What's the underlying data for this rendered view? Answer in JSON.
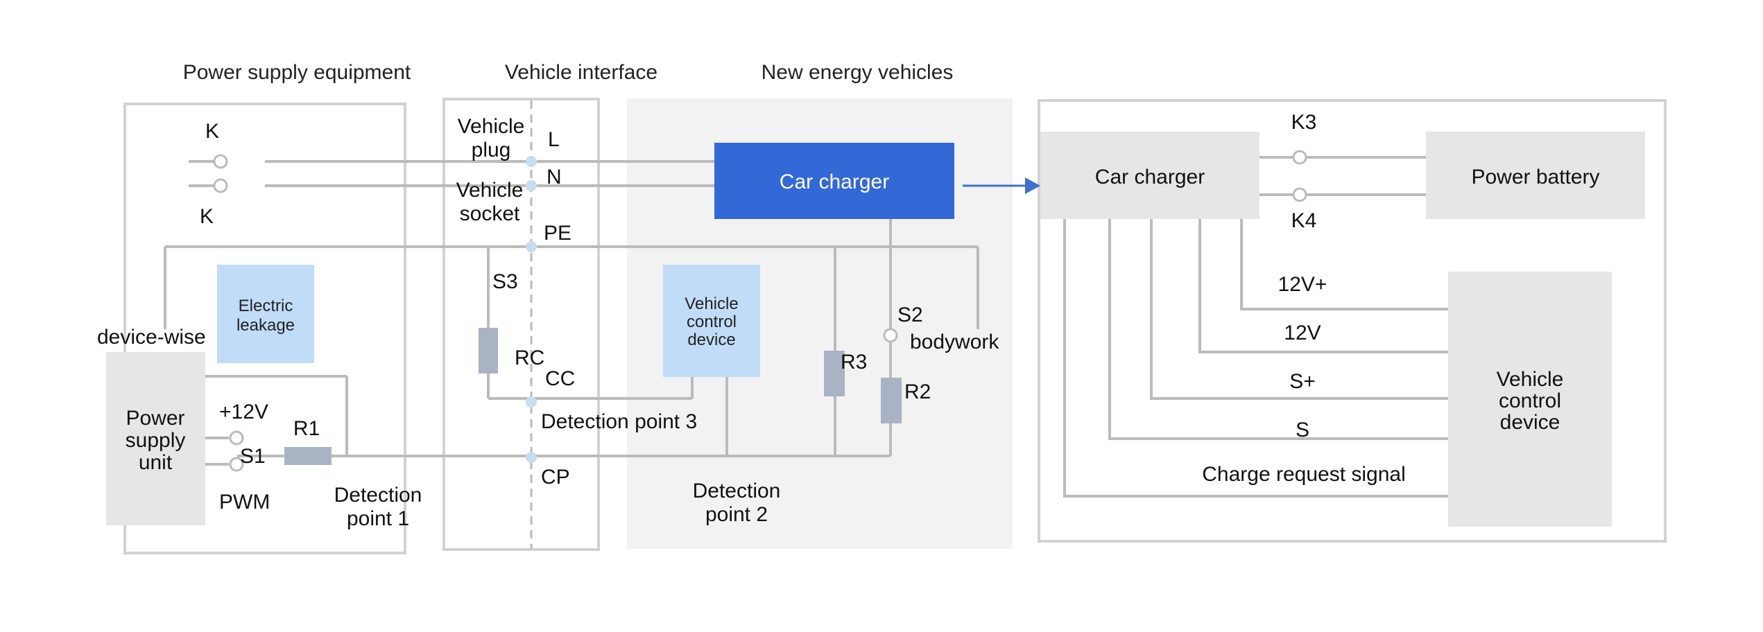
{
  "headings": {
    "power_supply_equipment": "Power supply equipment",
    "vehicle_interface": "Vehicle interface",
    "new_energy_vehicles": "New energy vehicles"
  },
  "supply": {
    "k_top": "K",
    "k_bottom": "K",
    "device_wise": "device-wise",
    "electric_leakage": [
      "Electric",
      "leakage"
    ],
    "power_supply_unit": [
      "Power",
      "supply",
      "unit"
    ],
    "plus_12v": "+12V",
    "s1": "S1",
    "pwm": "PWM",
    "r1": "R1",
    "detection_point_1": [
      "Detection",
      "point 1"
    ]
  },
  "interface": {
    "vehicle_plug": [
      "Vehicle",
      "plug"
    ],
    "vehicle_socket": [
      "Vehicle",
      "socket"
    ],
    "l": "L",
    "n": "N",
    "pe": "PE",
    "s3": "S3",
    "rc": "RC",
    "cc": "CC",
    "cp": "CP",
    "detection_point_3": "Detection point 3"
  },
  "vehicle": {
    "car_charger": "Car charger",
    "vehicle_control_device": [
      "Vehicle",
      "control",
      "device"
    ],
    "s2": "S2",
    "bodywork": "bodywork",
    "r3": "R3",
    "r2": "R2",
    "detection_point_2": [
      "Detection",
      "point 2"
    ]
  },
  "detail": {
    "car_charger": "Car charger",
    "k3": "K3",
    "k4": "K4",
    "power_battery": "Power battery",
    "v12_plus": "12V+",
    "v12": "12V",
    "s_plus": "S+",
    "s": "S",
    "charge_request_signal": "Charge request signal",
    "vehicle_control_device": [
      "Vehicle",
      "control",
      "device"
    ]
  },
  "colors": {
    "car_charger_fill": "#3369d6",
    "light_blue_block": "#c0dcf7",
    "grey_block": "#e6e6e6",
    "arrow": "#3f6fcf",
    "wire": "#bbbbbb"
  }
}
